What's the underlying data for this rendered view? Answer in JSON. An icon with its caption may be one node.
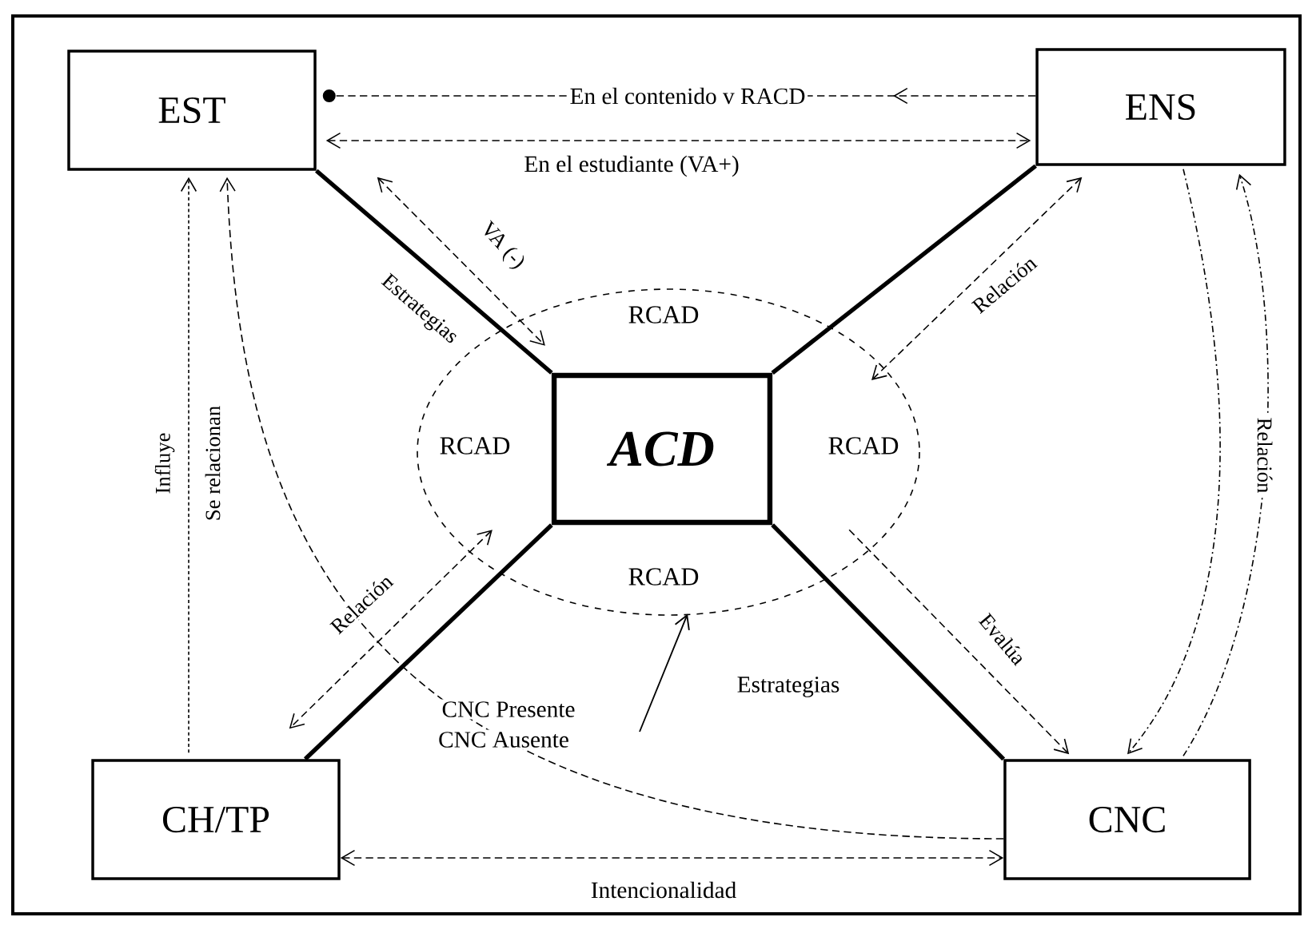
{
  "diagram": {
    "nodes": [
      {
        "text": [
          "EST"
        ]
      },
      {
        "text": [
          "ENS"
        ]
      },
      {
        "text": [
          "RCAD",
          "RCAD",
          "RCAD",
          "RCAD"
        ]
      },
      {
        "text": [
          "ACD"
        ],
        "in": 2
      },
      {
        "text": [
          "CH/TP"
        ]
      },
      {
        "text": [
          "CNC"
        ]
      }
    ],
    "edges": [
      {
        "from": 1,
        "to": 0,
        "arrow": "to",
        "style": "dashed",
        "label": "En el contenido v RACD"
      },
      {
        "from": 0,
        "to": 1,
        "arrow": "both",
        "style": "dashed",
        "label": "En el estudiante (VA+)"
      },
      {
        "from": 0,
        "to": 3,
        "arrow": "none",
        "style": "thick",
        "label": "Estrategias"
      },
      {
        "from": 1,
        "to": 3,
        "arrow": "none",
        "style": "thick"
      },
      {
        "from": 3,
        "to": 4,
        "arrow": "none",
        "style": "thick"
      },
      {
        "from": 3,
        "to": 5,
        "arrow": "none",
        "style": "thick"
      },
      {
        "from": 0,
        "to": 3,
        "arrow": "both",
        "style": "dashed",
        "label": "VA (-)"
      },
      {
        "from": 1,
        "to": 2,
        "arrow": "both",
        "style": "dashed",
        "label": "Relación"
      },
      {
        "from": 3,
        "to": 4,
        "arrow": "both",
        "style": "dashed",
        "label": "Relación"
      },
      {
        "from": 3,
        "to": 5,
        "arrow": "to",
        "style": "dashed",
        "label": "Evalúa"
      },
      {
        "from": 1,
        "to": 5,
        "arrow": "to",
        "style": "dashed"
      },
      {
        "from": 5,
        "to": 1,
        "arrow": "to",
        "style": "dashed",
        "label": "Relación"
      },
      {
        "from": 4,
        "to": 0,
        "arrow": "to",
        "style": "dashed",
        "label": "Influye"
      },
      {
        "from": 5,
        "to": 0,
        "arrow": "to",
        "style": "dashed",
        "label": "Se relacionan"
      },
      {
        "from": 4,
        "to": 5,
        "arrow": "both",
        "style": "dashed",
        "label": "Intencionalidad"
      },
      {
        "from": null,
        "to": 2,
        "arrow": "to",
        "label": "Estrategias"
      }
    ],
    "labels": [
      "CNC Presente",
      "CNC Ausente"
    ]
  }
}
